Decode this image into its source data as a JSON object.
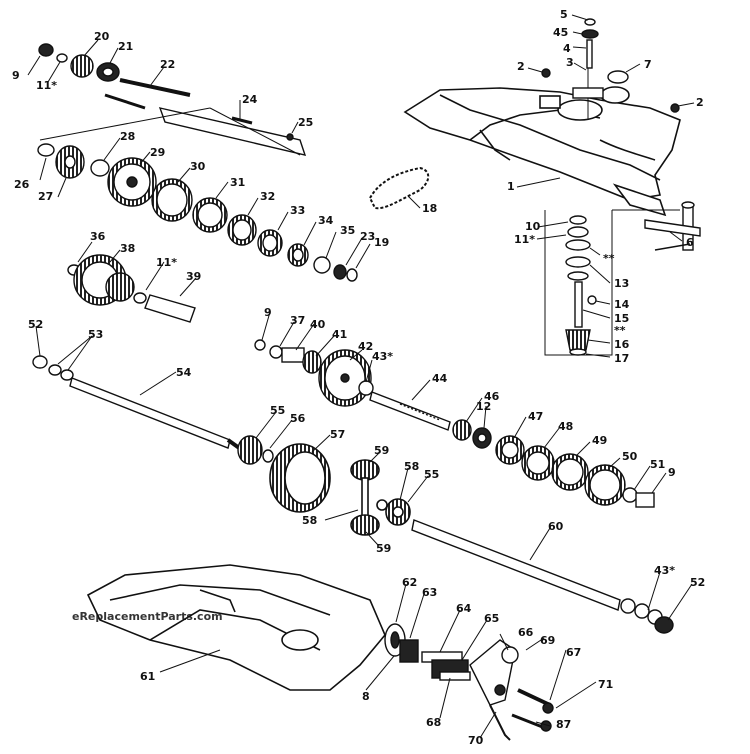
{
  "watermark": "eReplacementParts.com",
  "callouts": [
    {
      "id": "c-5",
      "label": "5"
    },
    {
      "id": "c-45",
      "label": "45"
    },
    {
      "id": "c-4",
      "label": "4"
    },
    {
      "id": "c-2a",
      "label": "2"
    },
    {
      "id": "c-3",
      "label": "3"
    },
    {
      "id": "c-7",
      "label": "7"
    },
    {
      "id": "c-2b",
      "label": "2"
    },
    {
      "id": "c-1",
      "label": "1"
    },
    {
      "id": "c-18",
      "label": "18"
    },
    {
      "id": "c-10",
      "label": "10"
    },
    {
      "id": "c-11a",
      "label": "11*"
    },
    {
      "id": "c-6",
      "label": "6"
    },
    {
      "id": "c-ast1",
      "label": "**"
    },
    {
      "id": "c-13",
      "label": "13"
    },
    {
      "id": "c-14",
      "label": "14"
    },
    {
      "id": "c-15",
      "label": "15"
    },
    {
      "id": "c-ast2",
      "label": "**"
    },
    {
      "id": "c-16",
      "label": "16"
    },
    {
      "id": "c-17",
      "label": "17"
    },
    {
      "id": "c-20",
      "label": "20"
    },
    {
      "id": "c-21",
      "label": "21"
    },
    {
      "id": "c-9a",
      "label": "9"
    },
    {
      "id": "c-11b",
      "label": "11*"
    },
    {
      "id": "c-22",
      "label": "22"
    },
    {
      "id": "c-24",
      "label": "24"
    },
    {
      "id": "c-25",
      "label": "25"
    },
    {
      "id": "c-28",
      "label": "28"
    },
    {
      "id": "c-29",
      "label": "29"
    },
    {
      "id": "c-26",
      "label": "26"
    },
    {
      "id": "c-27",
      "label": "27"
    },
    {
      "id": "c-30",
      "label": "30"
    },
    {
      "id": "c-31",
      "label": "31"
    },
    {
      "id": "c-32",
      "label": "32"
    },
    {
      "id": "c-33",
      "label": "33"
    },
    {
      "id": "c-34",
      "label": "34"
    },
    {
      "id": "c-35a",
      "label": "35"
    },
    {
      "id": "c-23",
      "label": "23"
    },
    {
      "id": "c-19",
      "label": "19"
    },
    {
      "id": "c-36",
      "label": "36"
    },
    {
      "id": "c-38",
      "label": "38"
    },
    {
      "id": "c-11c",
      "label": "11*"
    },
    {
      "id": "c-39",
      "label": "39"
    },
    {
      "id": "c-52a",
      "label": "52"
    },
    {
      "id": "c-53",
      "label": "53"
    },
    {
      "id": "c-9b",
      "label": "9"
    },
    {
      "id": "c-37",
      "label": "37"
    },
    {
      "id": "c-40",
      "label": "40"
    },
    {
      "id": "c-41",
      "label": "41"
    },
    {
      "id": "c-42",
      "label": "42"
    },
    {
      "id": "c-43a",
      "label": "43*"
    },
    {
      "id": "c-54",
      "label": "54"
    },
    {
      "id": "c-44",
      "label": "44"
    },
    {
      "id": "c-46",
      "label": "46"
    },
    {
      "id": "c-12",
      "label": "12"
    },
    {
      "id": "c-47",
      "label": "47"
    },
    {
      "id": "c-48",
      "label": "48"
    },
    {
      "id": "c-49",
      "label": "49"
    },
    {
      "id": "c-50",
      "label": "50"
    },
    {
      "id": "c-51",
      "label": "51"
    },
    {
      "id": "c-9c",
      "label": "9"
    },
    {
      "id": "c-55a",
      "label": "55"
    },
    {
      "id": "c-56",
      "label": "56"
    },
    {
      "id": "c-57",
      "label": "57"
    },
    {
      "id": "c-59a",
      "label": "59"
    },
    {
      "id": "c-58a",
      "label": "58"
    },
    {
      "id": "c-55b",
      "label": "55"
    },
    {
      "id": "c-58b",
      "label": "58"
    },
    {
      "id": "c-59b",
      "label": "59"
    },
    {
      "id": "c-60",
      "label": "60"
    },
    {
      "id": "c-43b",
      "label": "43*"
    },
    {
      "id": "c-52b",
      "label": "52"
    },
    {
      "id": "c-62",
      "label": "62"
    },
    {
      "id": "c-63",
      "label": "63"
    },
    {
      "id": "c-64",
      "label": "64"
    },
    {
      "id": "c-65",
      "label": "65"
    },
    {
      "id": "c-66",
      "label": "66"
    },
    {
      "id": "c-69",
      "label": "69"
    },
    {
      "id": "c-67",
      "label": "67"
    },
    {
      "id": "c-61",
      "label": "61"
    },
    {
      "id": "c-8",
      "label": "8"
    },
    {
      "id": "c-71",
      "label": "71"
    },
    {
      "id": "c-68",
      "label": "68"
    },
    {
      "id": "c-70",
      "label": "70"
    },
    {
      "id": "c-87",
      "label": "87"
    }
  ]
}
